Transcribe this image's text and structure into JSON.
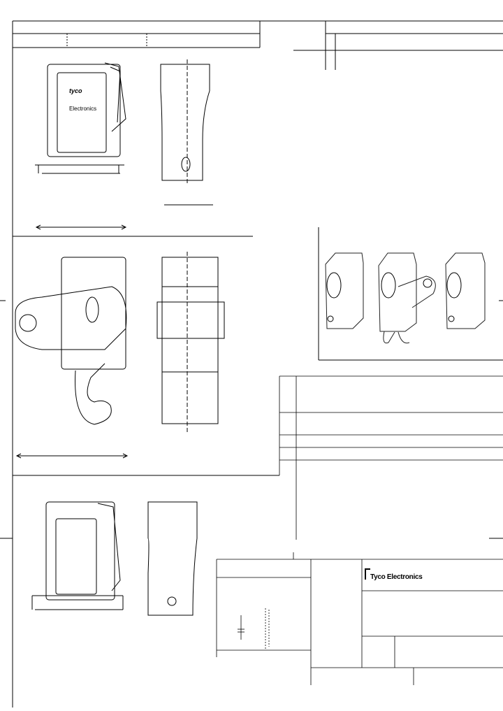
{
  "logo": {
    "small_logo_text": "tyco",
    "small_logo_sub": "Electronics",
    "tb_logo_text": "Tyco Electronics"
  },
  "labels": {
    "drawing_note": "Electronics"
  }
}
